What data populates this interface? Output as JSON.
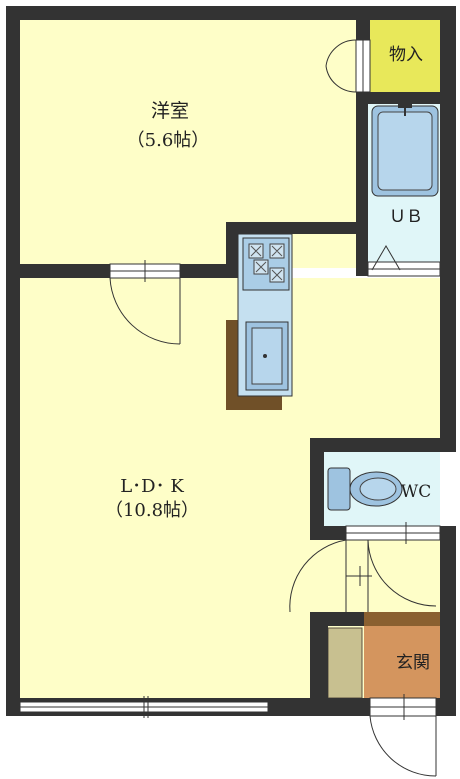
{
  "rooms": {
    "western": {
      "name": "洋室",
      "size": "（5.6帖）"
    },
    "storage": {
      "name": "物入"
    },
    "bath": {
      "name": "ＵＢ"
    },
    "ldk": {
      "name": "L･D･ K",
      "size": "（10.8帖）"
    },
    "toilet": {
      "name": "WC"
    },
    "entrance": {
      "name": "玄関"
    }
  },
  "colors": {
    "wall": "#333333",
    "room_floor": "#fefec8",
    "storage_floor": "#e8e85a",
    "wet_area": "#e0f6f8",
    "fixture": "#9ec3e0",
    "entrance_floor": "#d4955e",
    "shoe_box": "#c8c090",
    "counter_shadow": "#705028"
  },
  "icons": {
    "stove": "stove-icon",
    "sink": "sink-icon",
    "bathtub": "bathtub-icon",
    "toilet": "toilet-icon"
  }
}
